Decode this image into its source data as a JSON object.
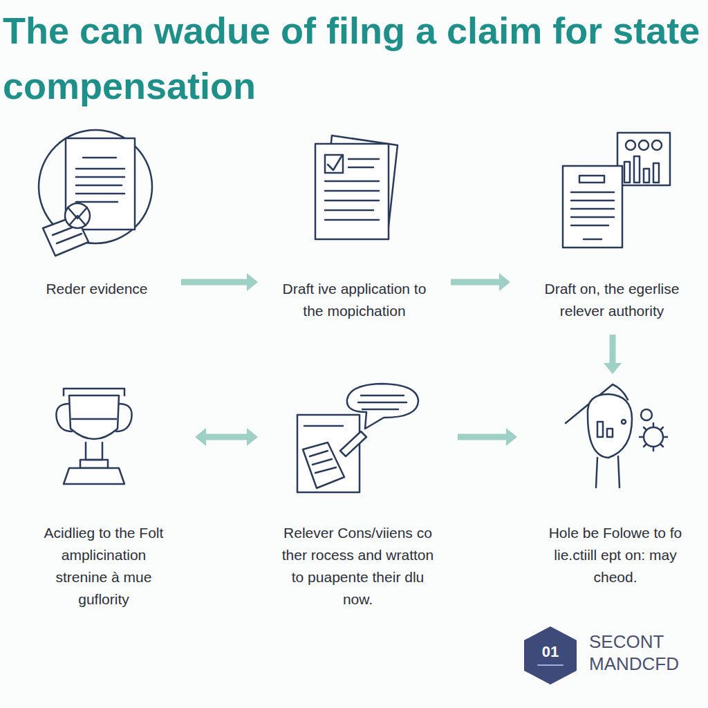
{
  "diagram": {
    "title": "The can wadue of filng a claim for state compensation",
    "nodes": [
      {
        "text": [
          "Reder evidence"
        ]
      },
      {
        "text": [
          "Draft ive application to the mopichation"
        ]
      },
      {
        "text": [
          "Draft on, the egerlise relever authority"
        ]
      },
      {
        "text": [
          "Acidlieg to the Folt amplicination strenine à mue guflority"
        ]
      },
      {
        "text": [
          "Relever Cons/viiens co ther rocess and wratton to puapente their dlu now."
        ]
      },
      {
        "text": [
          "Hole be Folowe to fo lie.ctiill ept on: may cheod."
        ]
      }
    ],
    "edges": [
      {
        "from": 0,
        "to": 1,
        "arrow": "to"
      },
      {
        "from": 1,
        "to": 2,
        "arrow": "to"
      },
      {
        "from": 2,
        "to": 5,
        "arrow": "to"
      },
      {
        "from": 3,
        "to": 4,
        "arrow": "both"
      },
      {
        "from": 4,
        "to": 5,
        "arrow": "to"
      }
    ],
    "labels": [
      "01",
      "SECONT MANDCFD"
    ]
  }
}
